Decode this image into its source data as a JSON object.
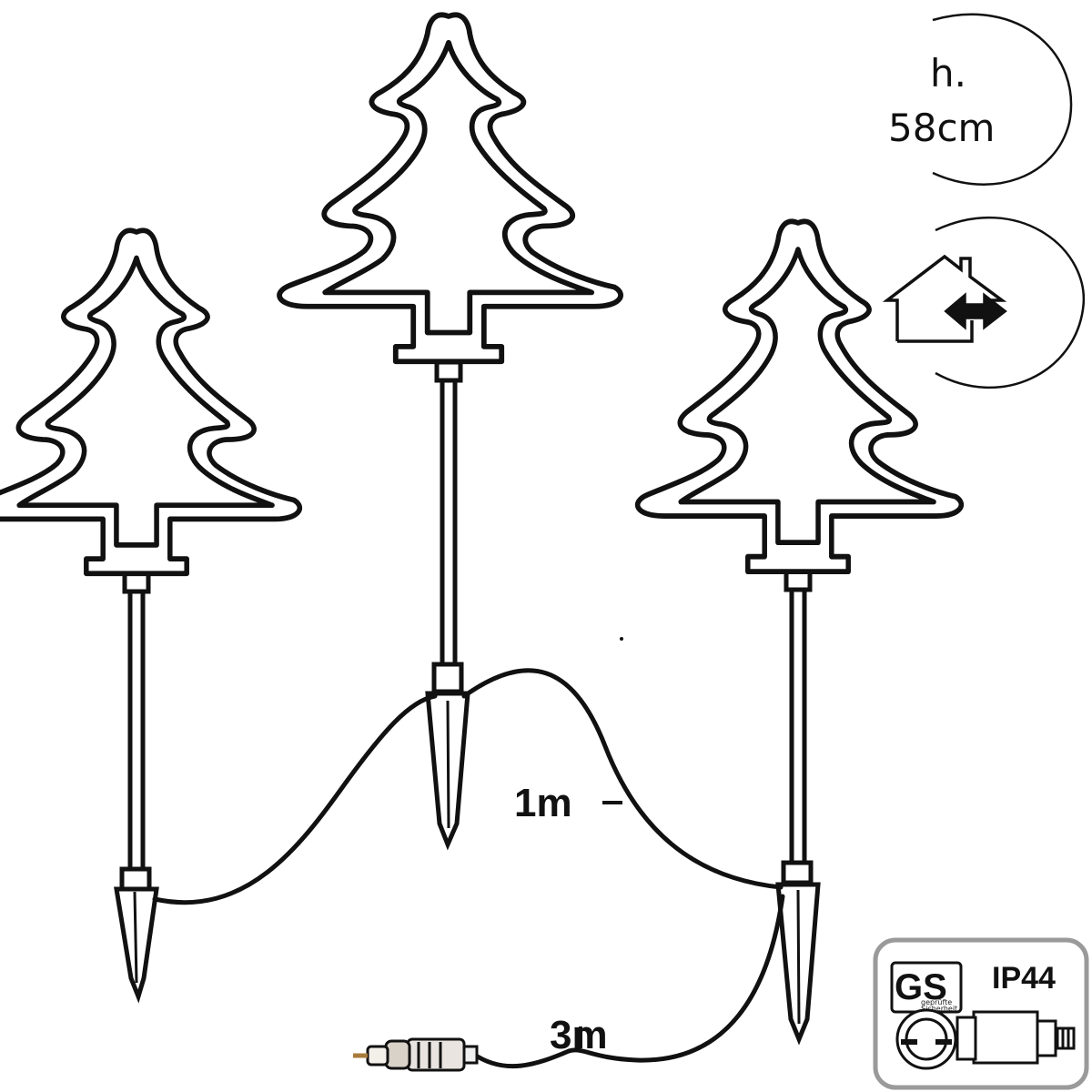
{
  "labels": {
    "cable_short": "1m",
    "cable_long": "3m",
    "height_prefix": "h.",
    "height_value": "58cm",
    "protection_rating": "IP44",
    "gs_mark": "GS",
    "gs_caption_line1": "geprüfte",
    "gs_caption_line2": "Sicherheit"
  },
  "icons": {
    "usage": "indoor-outdoor-house-icon",
    "transformer": "transformer-plug-icon"
  },
  "colors": {
    "line": "#111111",
    "background": "#ffffff",
    "badge_border": "#9a9a9a"
  }
}
